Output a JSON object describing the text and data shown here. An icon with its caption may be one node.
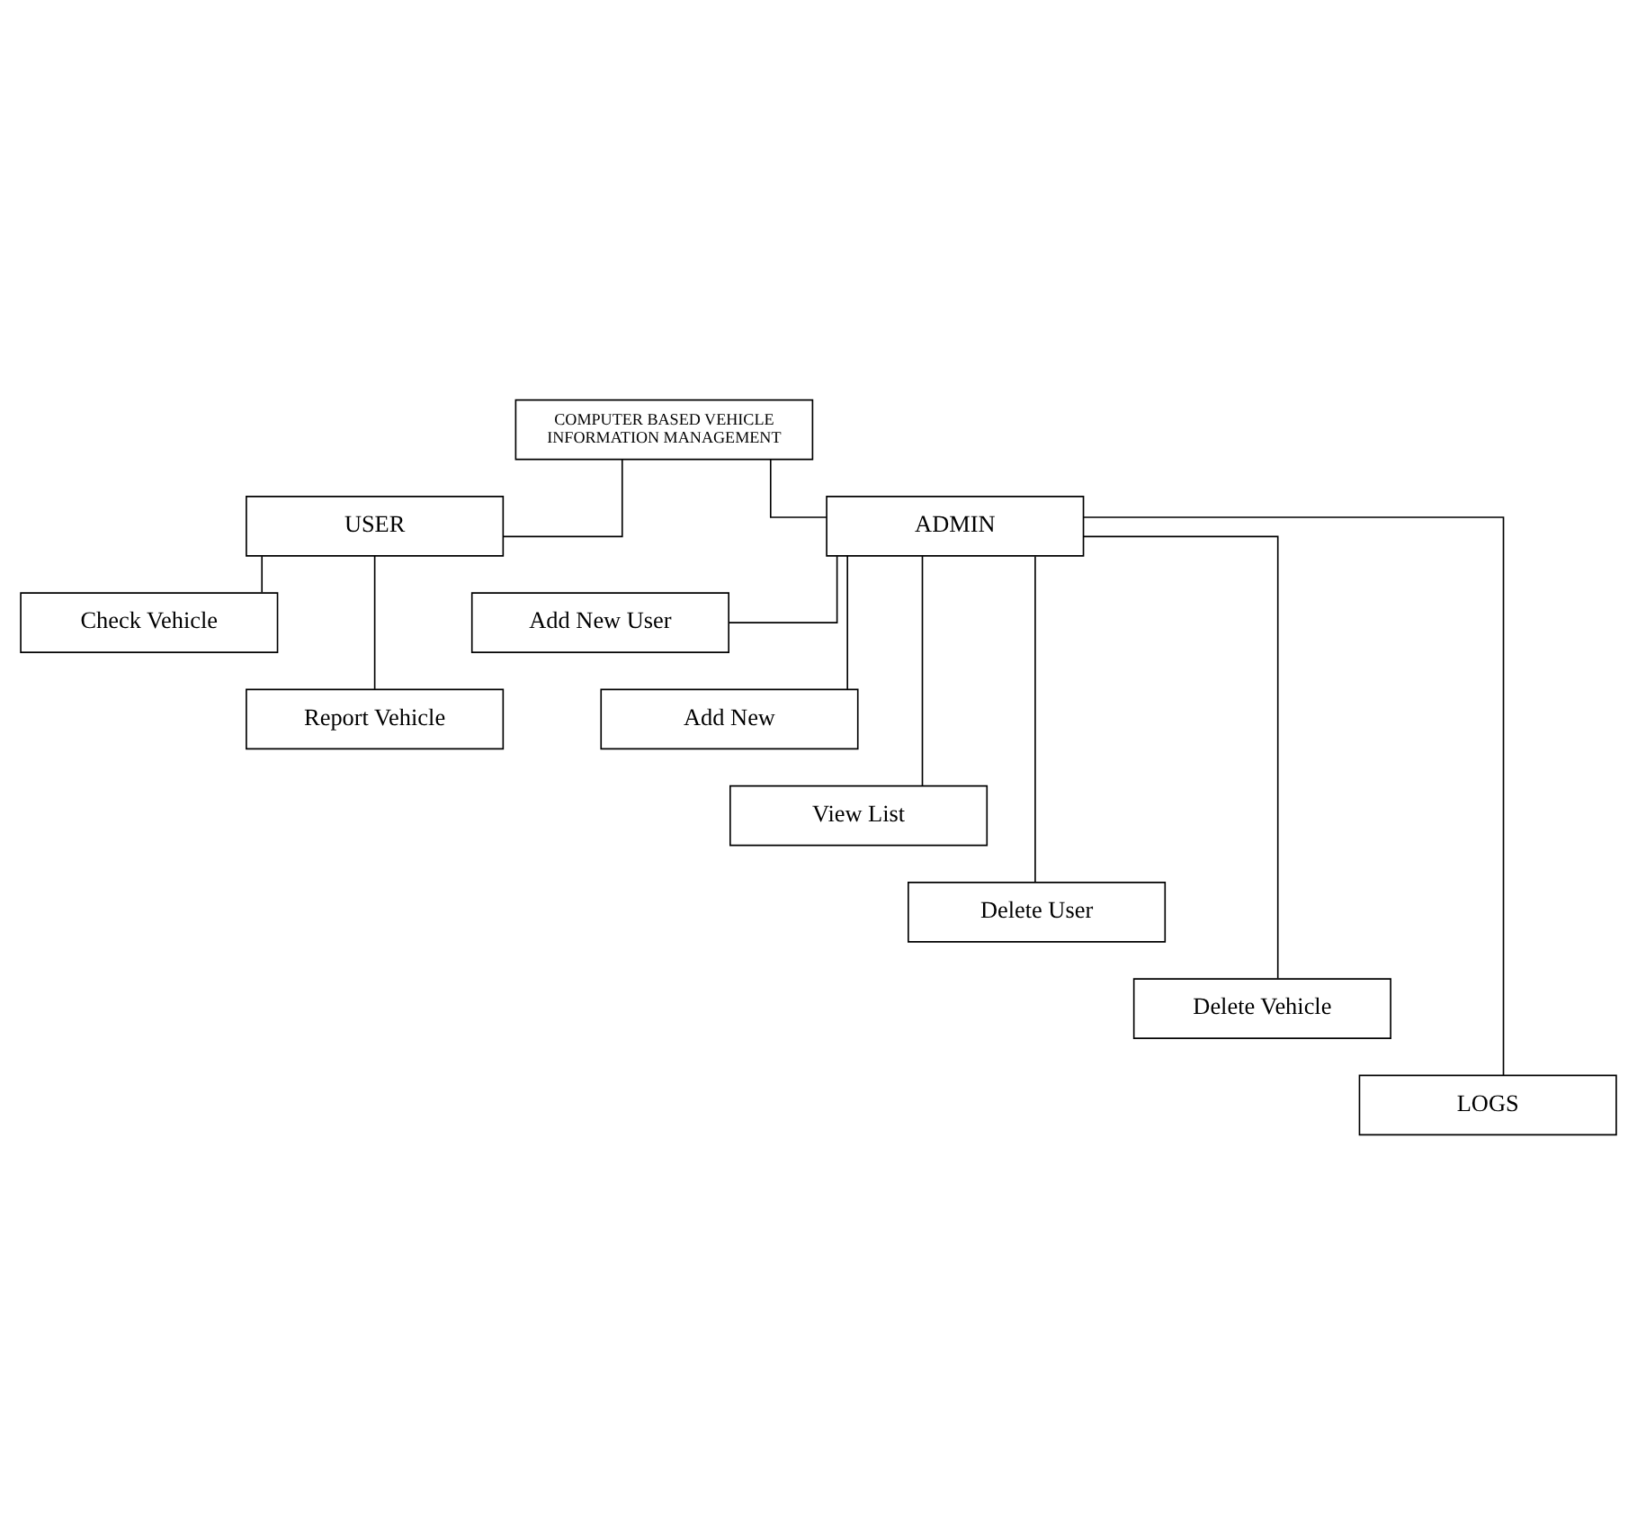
{
  "diagram": {
    "nodes": [
      {
        "text": [
          "COMPUTER BASED VEHICLE INFORMATION MANAGEMENT"
        ]
      },
      {
        "text": [
          "USER"
        ]
      },
      {
        "text": [
          "ADMIN"
        ]
      },
      {
        "text": [
          "Check Vehicle"
        ]
      },
      {
        "text": [
          "Report Vehicle"
        ]
      },
      {
        "text": [
          "Add New User"
        ]
      },
      {
        "text": [
          "Add New"
        ]
      },
      {
        "text": [
          "View List"
        ]
      },
      {
        "text": [
          "Delete User"
        ]
      },
      {
        "text": [
          "Delete Vehicle"
        ]
      },
      {
        "text": [
          "LOGS"
        ]
      }
    ],
    "edges": [
      {
        "from": 0,
        "to": 1,
        "arrow": "none"
      },
      {
        "from": 0,
        "to": 2,
        "arrow": "none"
      },
      {
        "from": 1,
        "to": 3,
        "arrow": "none"
      },
      {
        "from": 1,
        "to": 4,
        "arrow": "none"
      },
      {
        "from": 2,
        "to": 5,
        "arrow": "none"
      },
      {
        "from": 2,
        "to": 6,
        "arrow": "none"
      },
      {
        "from": 2,
        "to": 7,
        "arrow": "none"
      },
      {
        "from": 2,
        "to": 8,
        "arrow": "none"
      },
      {
        "from": 2,
        "to": 9,
        "arrow": "none"
      },
      {
        "from": 2,
        "to": 10,
        "arrow": "none"
      }
    ]
  }
}
